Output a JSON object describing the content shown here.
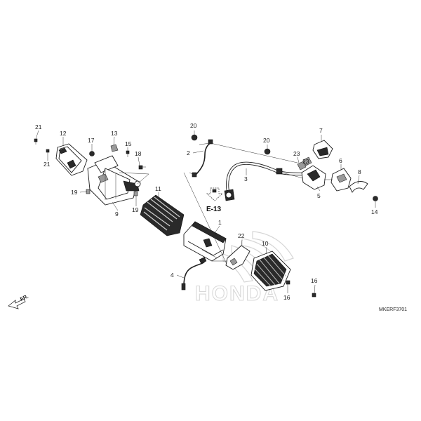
{
  "diagram": {
    "callouts": [
      {
        "id": "c21a",
        "label": "21"
      },
      {
        "id": "c12",
        "label": "12"
      },
      {
        "id": "c21b",
        "label": "21"
      },
      {
        "id": "c13",
        "label": "13"
      },
      {
        "id": "c17",
        "label": "17"
      },
      {
        "id": "c15",
        "label": "15"
      },
      {
        "id": "c18",
        "label": "18"
      },
      {
        "id": "c19a",
        "label": "19"
      },
      {
        "id": "c19b",
        "label": "19"
      },
      {
        "id": "c9",
        "label": "9"
      },
      {
        "id": "c11",
        "label": "11"
      },
      {
        "id": "c20a",
        "label": "20"
      },
      {
        "id": "c2",
        "label": "2"
      },
      {
        "id": "c3",
        "label": "3"
      },
      {
        "id": "c20b",
        "label": "20"
      },
      {
        "id": "c7",
        "label": "7"
      },
      {
        "id": "c23a",
        "label": "23"
      },
      {
        "id": "c23b",
        "label": "23"
      },
      {
        "id": "c6",
        "label": "6"
      },
      {
        "id": "c8",
        "label": "8"
      },
      {
        "id": "c5",
        "label": "5"
      },
      {
        "id": "c14",
        "label": "14"
      },
      {
        "id": "c1",
        "label": "1"
      },
      {
        "id": "c22",
        "label": "22"
      },
      {
        "id": "c10",
        "label": "10"
      },
      {
        "id": "c4",
        "label": "4"
      },
      {
        "id": "c16a",
        "label": "16"
      },
      {
        "id": "c16b",
        "label": "16"
      }
    ],
    "reference": "E-13",
    "direction_label": "FR.",
    "watermark_text": "HONDA",
    "diagram_code": "MKERF3701"
  }
}
